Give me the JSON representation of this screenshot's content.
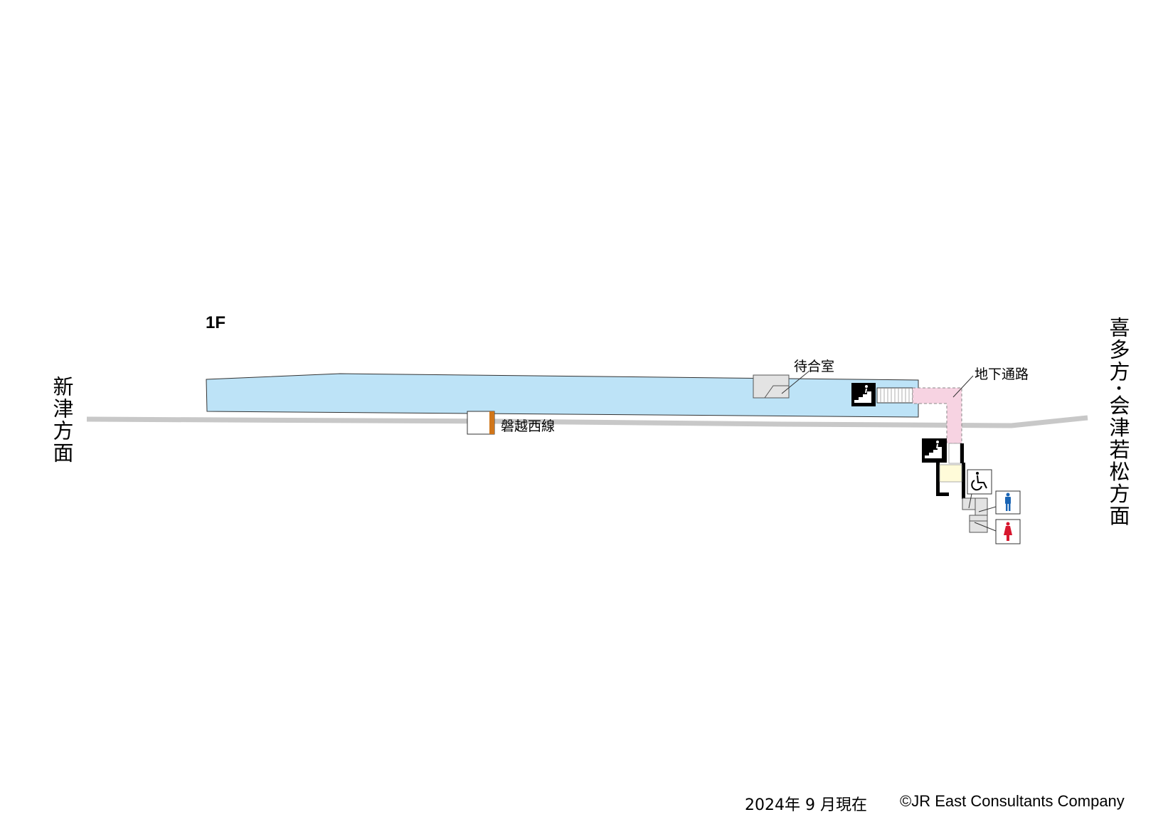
{
  "floor_label": "1F",
  "directions": {
    "left": "新津方面",
    "right": "喜多方･会津若松方面"
  },
  "labels": {
    "waiting_room": "待合室",
    "underground_passage": "地下通路",
    "line_name": "磐越西線"
  },
  "icons": [
    "stairs-icon",
    "stairs-icon",
    "wheelchair-icon",
    "mens-toilet-icon",
    "womens-toilet-icon"
  ],
  "footer": {
    "date": "2024年 9 月現在",
    "copyright": "©JR East Consultants Company"
  },
  "colors": {
    "platform": "#bde3f7",
    "passage": "#f7d3e2",
    "track": "#c8c8c8",
    "line_color": "#d0761a",
    "mens": "#1a64b4",
    "womens": "#d7172e",
    "facility_gray": "#e3e3e3",
    "station_office": "#fffbd9"
  }
}
